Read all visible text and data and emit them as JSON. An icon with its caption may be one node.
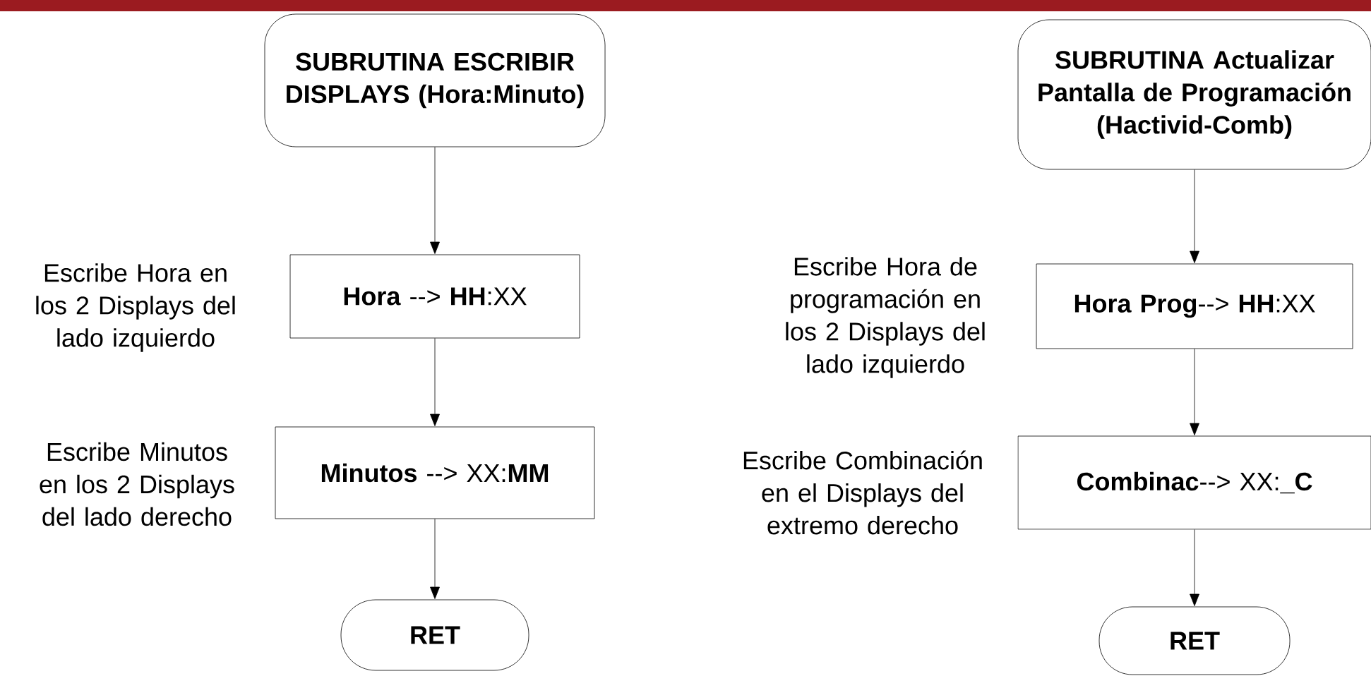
{
  "diagram": {
    "nodes": [
      {
        "text": [
          "SUBRUTINA ESCRIBIR DISPLAYS (Hora:Minuto)"
        ]
      },
      {
        "text": [
          "**Hora** --> **HH**:XX"
        ],
        "beside": [
          "Escribe Hora en los 2 Displays del lado izquierdo"
        ]
      },
      {
        "text": [
          "**Minutos** --> XX:**MM**"
        ],
        "beside": [
          "Escribe Minutos en los 2 Displays del lado derecho"
        ]
      },
      {
        "text": [
          "RET"
        ]
      },
      {
        "text": [
          "SUBRUTINA Actualizar Pantalla de Programación (Hactivid-Comb)"
        ]
      },
      {
        "text": [
          "**Hora Prog**--> **HH**:XX"
        ],
        "beside": [
          "Escribe Hora de programación en los 2 Displays del lado izquierdo"
        ]
      },
      {
        "text": [
          "**Combinac**--> XX:**_C**"
        ],
        "beside": [
          "Escribe Combinación en el Displays del extremo derecho"
        ]
      },
      {
        "text": [
          "RET"
        ]
      }
    ],
    "edges": [
      {
        "from": 0,
        "to": 1,
        "arrow": "to"
      },
      {
        "from": 1,
        "to": 2,
        "arrow": "to"
      },
      {
        "from": 2,
        "to": 3,
        "arrow": "to"
      },
      {
        "from": 4,
        "to": 5,
        "arrow": "to"
      },
      {
        "from": 5,
        "to": 6,
        "arrow": "to"
      },
      {
        "from": 6,
        "to": 7,
        "arrow": "to"
      }
    ]
  }
}
